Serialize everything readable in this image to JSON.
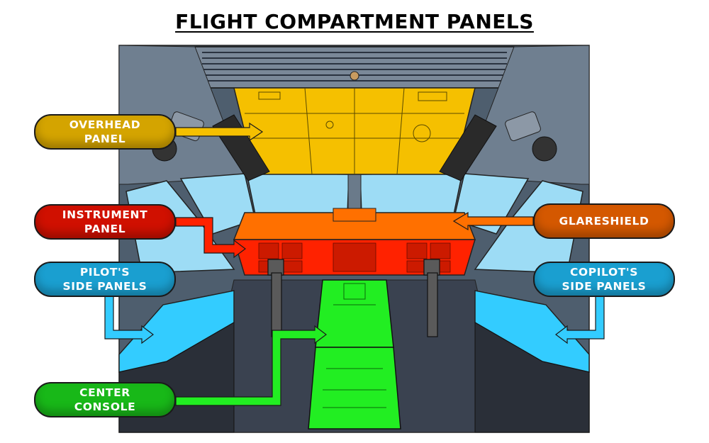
{
  "title": "FLIGHT COMPARTMENT PANELS",
  "labels": {
    "overhead": "OVERHEAD\nPANEL",
    "instrument": "INSTRUMENT\nPANEL",
    "pilot_side": "PILOT'S\nSIDE PANELS",
    "center_console": "CENTER\nCONSOLE",
    "glareshield": "GLARESHIELD",
    "copilot_side": "COPILOT'S\nSIDE PANELS"
  },
  "colors": {
    "overhead": "#f5c000",
    "instrument": "#ff2200",
    "side_panels": "#33ccff",
    "center_console": "#22ee22",
    "glareshield": "#ff7000",
    "cockpit_bg": "#4a5a6a"
  }
}
